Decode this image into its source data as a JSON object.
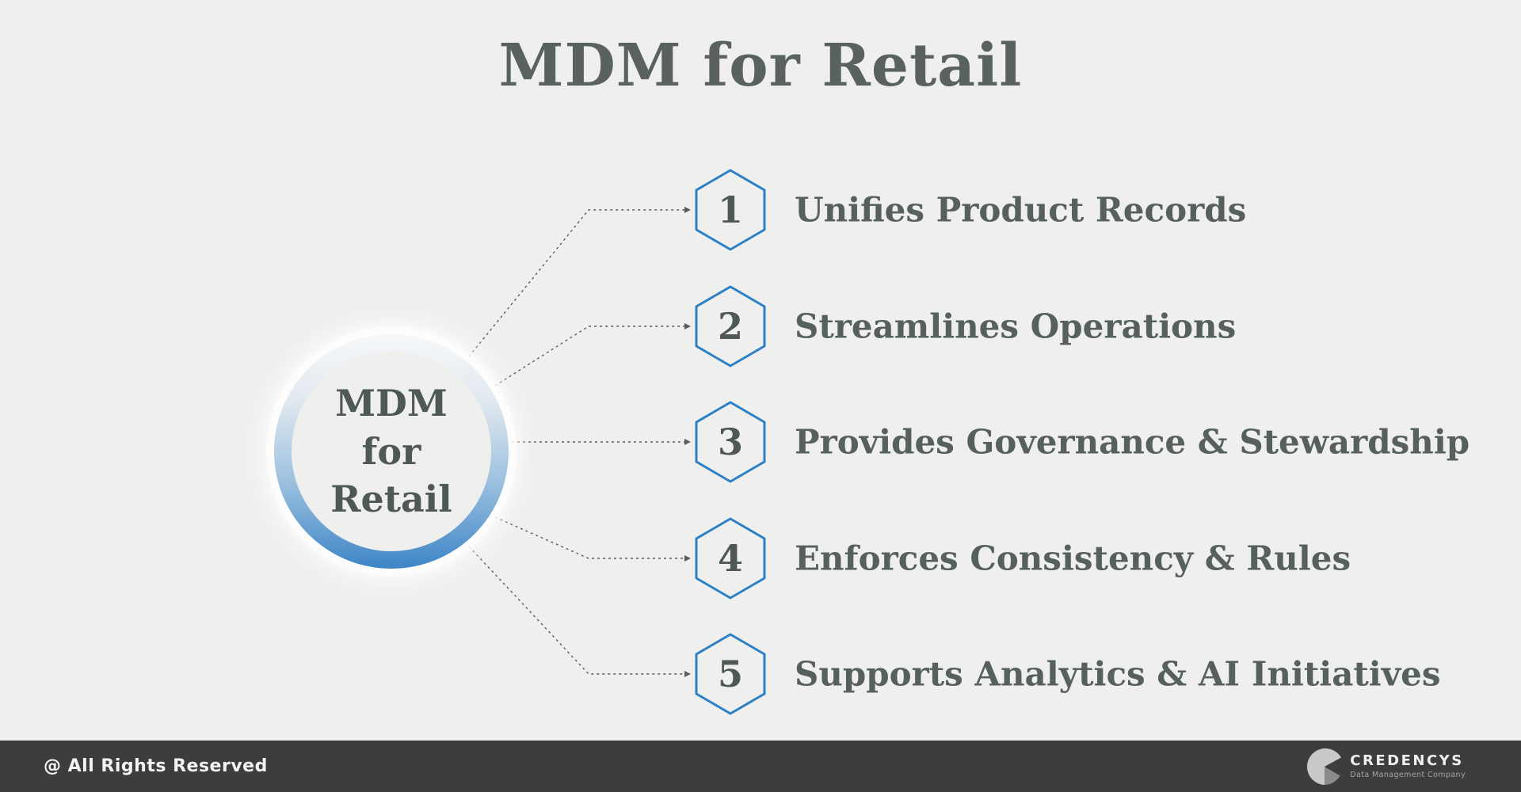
{
  "title": "MDM for Retail",
  "center": {
    "lines": [
      "MDM",
      "for",
      "Retail"
    ]
  },
  "items": [
    {
      "number": "1",
      "label": "Unifies Product Records"
    },
    {
      "number": "2",
      "label": "Streamlines Operations"
    },
    {
      "number": "3",
      "label": "Provides Governance & Stewardship"
    },
    {
      "number": "4",
      "label": "Enforces Consistency & Rules"
    },
    {
      "number": "5",
      "label": "Supports Analytics & AI Initiatives"
    }
  ],
  "footer": {
    "copyright": "@ All Rights Reserved",
    "brand": "CREDENCYS",
    "brand_tagline": "Data Management Company"
  },
  "colors": {
    "background": "#efefee",
    "heading_text": "#59625e",
    "body_text": "#56605c",
    "hexagon_stroke": "#2b80c6",
    "ring_blue": "#3d85c6",
    "connector": "#5b5b5b",
    "footer_background": "#3d3d3d",
    "footer_text": "#f3f3f3"
  }
}
